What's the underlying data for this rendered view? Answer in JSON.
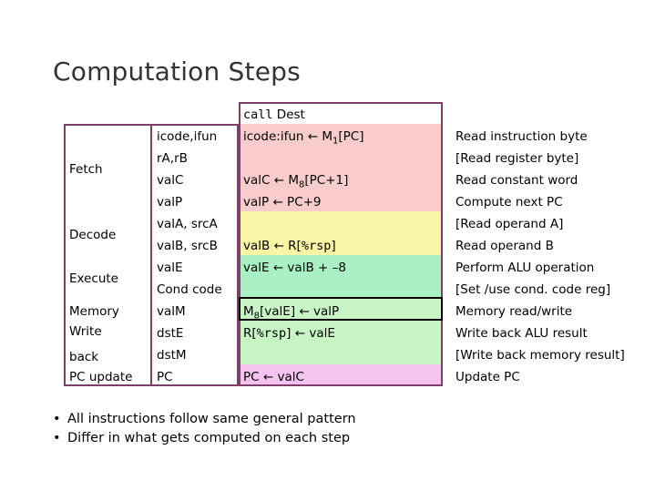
{
  "title": "Computation Steps",
  "header": {
    "instr": "call",
    "dest": " Dest"
  },
  "stages": {
    "fetch": "Fetch",
    "decode": "Decode",
    "execute": "Execute",
    "memory": "Memory",
    "write": "Write",
    "back": "back",
    "pc_update": "PC update"
  },
  "fields": [
    "icode,ifun",
    "rA,rB",
    "valC",
    "valP",
    "valA, srcA",
    "valB, srcB",
    "valE",
    "Cond code",
    "valM",
    "dstE",
    "dstM",
    "PC"
  ],
  "call_ops": {
    "r0": "icode:ifun ← M",
    "r0_sub": "1",
    "r0_end": "[PC]",
    "r2": "valC ← M",
    "r2_sub": "8",
    "r2_end": "[PC+1]",
    "r3": "valP ← PC+9",
    "r5_a": "valB ← R[",
    "r5_b": "%rsp",
    "r5_c": "]",
    "r6": "valE ← valB + –8",
    "r8_a": "M",
    "r8_sub": "8",
    "r8_b": "[valE] ← valP",
    "r9_a": "R[",
    "r9_b": "%rsp",
    "r9_c": "] ← valE",
    "r11": "PC ← valC"
  },
  "descriptions": [
    "Read instruction byte",
    "[Read register byte]",
    "Read constant word",
    "Compute next PC",
    "[Read operand A]",
    "Read operand B",
    "Perform ALU operation",
    "[Set /use cond. code reg]",
    "Memory read/write",
    "Write back ALU result",
    "[Write back memory result]",
    "Update PC"
  ],
  "bullets": [
    "All instructions follow same general pattern",
    "Differ in what gets computed on each step"
  ],
  "colors": {
    "border": "#7b3f6a",
    "fetch_bg": "#f9cccc",
    "decode_bg": "#fbf5a6",
    "execute_bg": "#a9f0c4",
    "memory_bg": "#c8f5c4",
    "pc_bg": "#f5c3f0"
  }
}
